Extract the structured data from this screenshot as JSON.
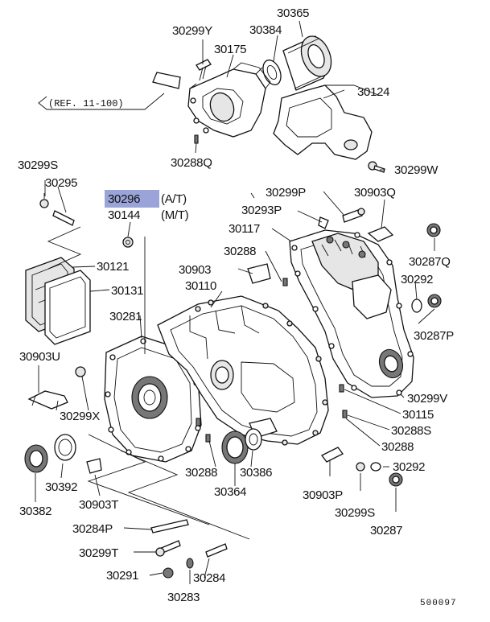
{
  "diagram_code": "500097",
  "reference_note": "(REF. 11-100)",
  "labels": [
    {
      "id": "30299Y",
      "text": "30299Y"
    },
    {
      "id": "30365",
      "text": "30365"
    },
    {
      "id": "30384",
      "text": "30384"
    },
    {
      "id": "30175",
      "text": "30175"
    },
    {
      "id": "30124",
      "text": "30124"
    },
    {
      "id": "30288Q",
      "text": "30288Q"
    },
    {
      "id": "30299W",
      "text": "30299W"
    },
    {
      "id": "30299S_top",
      "text": "30299S"
    },
    {
      "id": "30295",
      "text": "30295"
    },
    {
      "id": "30296",
      "text": "30296"
    },
    {
      "id": "30296_note",
      "text": "(A/T)"
    },
    {
      "id": "30144",
      "text": "30144"
    },
    {
      "id": "30144_note",
      "text": "(M/T)"
    },
    {
      "id": "30299P_top",
      "text": "30299P"
    },
    {
      "id": "30903Q",
      "text": "30903Q"
    },
    {
      "id": "30293P",
      "text": "30293P"
    },
    {
      "id": "30117",
      "text": "30117"
    },
    {
      "id": "30287Q",
      "text": "30287Q"
    },
    {
      "id": "30288_mid",
      "text": "30288"
    },
    {
      "id": "30121",
      "text": "30121"
    },
    {
      "id": "30903",
      "text": "30903"
    },
    {
      "id": "30292_right",
      "text": "30292"
    },
    {
      "id": "30131",
      "text": "30131"
    },
    {
      "id": "30110",
      "text": "30110"
    },
    {
      "id": "30287P",
      "text": "30287P"
    },
    {
      "id": "30281",
      "text": "30281"
    },
    {
      "id": "30903U",
      "text": "30903U"
    },
    {
      "id": "30299V",
      "text": "30299V"
    },
    {
      "id": "30299X",
      "text": "30299X"
    },
    {
      "id": "30115",
      "text": "30115"
    },
    {
      "id": "30288S",
      "text": "30288S"
    },
    {
      "id": "30288_right",
      "text": "30288"
    },
    {
      "id": "30288_bottom",
      "text": "30288"
    },
    {
      "id": "30386",
      "text": "30386"
    },
    {
      "id": "30392",
      "text": "30392"
    },
    {
      "id": "30364",
      "text": "30364"
    },
    {
      "id": "30292_bottom",
      "text": "30292"
    },
    {
      "id": "30382",
      "text": "30382"
    },
    {
      "id": "30903T",
      "text": "30903T"
    },
    {
      "id": "30903P",
      "text": "30903P"
    },
    {
      "id": "30299S_bottom",
      "text": "30299S"
    },
    {
      "id": "30284P",
      "text": "30284P"
    },
    {
      "id": "30287",
      "text": "30287"
    },
    {
      "id": "30299T",
      "text": "30299T"
    },
    {
      "id": "30291",
      "text": "30291"
    },
    {
      "id": "30284",
      "text": "30284"
    },
    {
      "id": "30283",
      "text": "30283"
    }
  ],
  "highlighted_part": "30296",
  "colors": {
    "highlight": "#9aa4d8",
    "line": "#111111",
    "background": "#ffffff"
  }
}
